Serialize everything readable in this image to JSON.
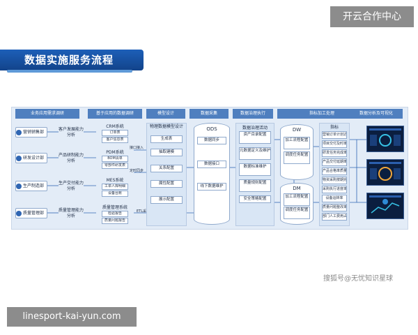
{
  "brand": "开云合作中心",
  "page_title": "数据实施服务流程",
  "column_headers": [
    "业务应用需求调研",
    "基于应用的数据调研",
    "模型设计",
    "数据采集",
    "数据治理执行",
    "指标加工处理",
    "数据分析及可视化"
  ],
  "departments": [
    "营销销售部",
    "研发设计部",
    "生产制造部",
    "质量管理部"
  ],
  "dept_analysis": [
    "客户发展能力分析",
    "产品研制能力分析",
    "生产交付能力分析",
    "质量管理能力分析"
  ],
  "systems": [
    {
      "name": "CRM系统",
      "items": [
        "订单表",
        "客户信息表"
      ]
    },
    {
      "name": "PDM系统",
      "items": [
        "BOM清单",
        "零部件研发表"
      ]
    },
    {
      "name": "MES系统",
      "items": [
        "工单人库明细",
        "设备台账"
      ]
    },
    {
      "name": "质量管理系统",
      "items": [
        "检验报告",
        "质量问题报告"
      ]
    }
  ],
  "arrow_labels": [
    "接口接入",
    "定时同步",
    "ETL采集"
  ],
  "model": {
    "title": "物理数据模型设计",
    "items": [
      "生成表",
      "抽取建模",
      "关系配置",
      "属性配置",
      "展示配置"
    ]
  },
  "ods": {
    "title": "ODS",
    "items": [
      "数据同步",
      "数据接口",
      "线下数据维护"
    ]
  },
  "governance": {
    "title": "数据治理活动",
    "items": [
      "资产目录配置",
      "元数据定义及维护",
      "数据标准维护",
      "质量规则配置",
      "安全策略配置"
    ]
  },
  "dw": {
    "title": "DW",
    "items": [
      "加工流程配置",
      "调度任务配置"
    ]
  },
  "dm": {
    "title": "DM",
    "items": [
      "加工流程配置",
      "调度任务配置"
    ]
  },
  "indicators": {
    "title": "指标",
    "items": [
      "营销订单计划达成率",
      "项目交付及时率",
      "研发任务完成率",
      "产品交付延期率",
      "产品合格率质量合格率",
      "物资采购按期完成率",
      "采购执行进度率",
      "设备运转率",
      "质量问题整改率",
      "部门人工费用占比"
    ]
  },
  "watermark": "搜狐号@无忧知识星球",
  "footer_url": "linesport-kai-yun.com"
}
